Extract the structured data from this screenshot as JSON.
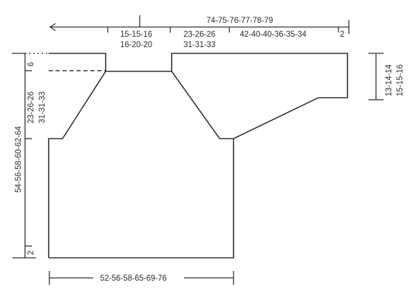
{
  "diagram": {
    "title": "Sweater measurement schematic",
    "colors": {
      "line": "#2b2b2b",
      "background": "#ffffff"
    },
    "labels": {
      "top_total_width": "74-75-76-77-78-79",
      "neck_half_width_line1": "15-15-16",
      "neck_half_width_line2": "16-20-20",
      "raglan_width_line1": "23-26-26",
      "raglan_width_line2": "31-31-33",
      "sleeve_length": "42-40-40-36-35-34",
      "cuff_edge": "2",
      "neck_depth": "6",
      "armhole_depth_line1": "23-26-26",
      "armhole_depth_line2": "31-31-33",
      "total_length": "54-56-58-60-62-64",
      "hem_edge": "2",
      "sleeve_width_line1": "13-14-14",
      "sleeve_width_line2": "15-15-16",
      "body_width": "52-56-58-65-69-76"
    }
  }
}
